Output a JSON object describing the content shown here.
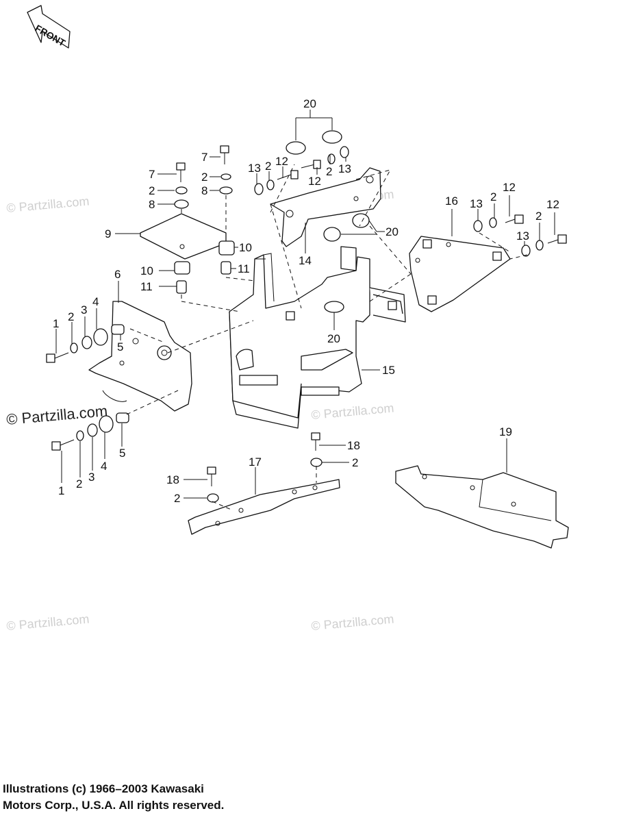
{
  "front_arrow_label": "FRONT",
  "watermark_text": "© Partzilla.com",
  "copyright": {
    "line1": "Illustrations (c) 1966–2003 Kawasaki",
    "line2": "Motors Corp., U.S.A.  All rights reserved."
  },
  "callouts": {
    "c20_top": "20",
    "c20_right": "20",
    "c20_mid": "20",
    "c7_a": "7",
    "c7_b": "7",
    "c2_a": "2",
    "c2_b": "2",
    "c2_c": "2",
    "c2_d": "2",
    "c2_e": "2",
    "c2_f": "2",
    "c2_g": "2",
    "c2_h": "2",
    "c2_i": "2",
    "c2_j": "2",
    "c8_a": "8",
    "c8_b": "8",
    "c9": "9",
    "c10_a": "10",
    "c10_b": "10",
    "c11_a": "11",
    "c11_b": "11",
    "c12_a": "12",
    "c12_b": "12",
    "c12_c": "12",
    "c12_d": "12",
    "c13_a": "13",
    "c13_b": "13",
    "c13_c": "13",
    "c13_d": "13",
    "c14": "14",
    "c15": "15",
    "c16": "16",
    "c17": "17",
    "c18_a": "18",
    "c18_b": "18",
    "c19": "19",
    "c6": "6",
    "c1_a": "1",
    "c1_b": "1",
    "c3_a": "3",
    "c3_b": "3",
    "c4_a": "4",
    "c4_b": "4",
    "c5_a": "5",
    "c5_b": "5"
  }
}
